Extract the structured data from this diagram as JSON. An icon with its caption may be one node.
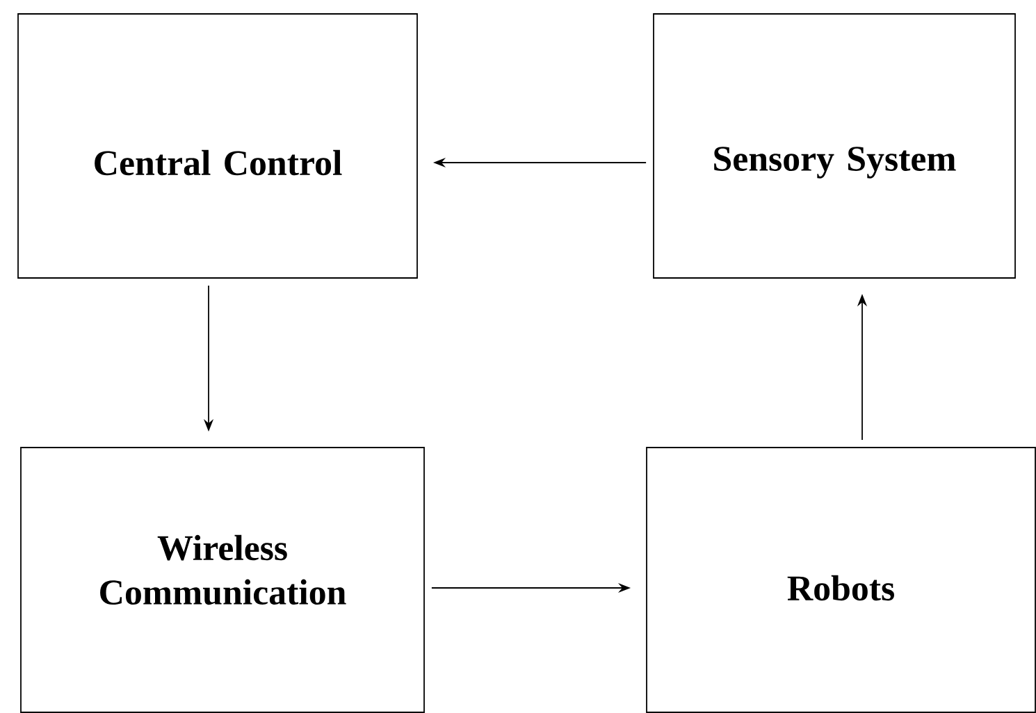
{
  "diagram": {
    "nodes": [
      {
        "text": [
          "Central Control"
        ]
      },
      {
        "text": [
          "Sensory System"
        ]
      },
      {
        "text": [
          "Wireless Communication"
        ]
      },
      {
        "text": [
          "Robots"
        ]
      }
    ],
    "edges": [
      {
        "from": 1,
        "to": 0,
        "arrow": "to"
      },
      {
        "from": 0,
        "to": 2,
        "arrow": "to"
      },
      {
        "from": 2,
        "to": 3,
        "arrow": "to"
      },
      {
        "from": 3,
        "to": 1,
        "arrow": "to"
      }
    ]
  }
}
